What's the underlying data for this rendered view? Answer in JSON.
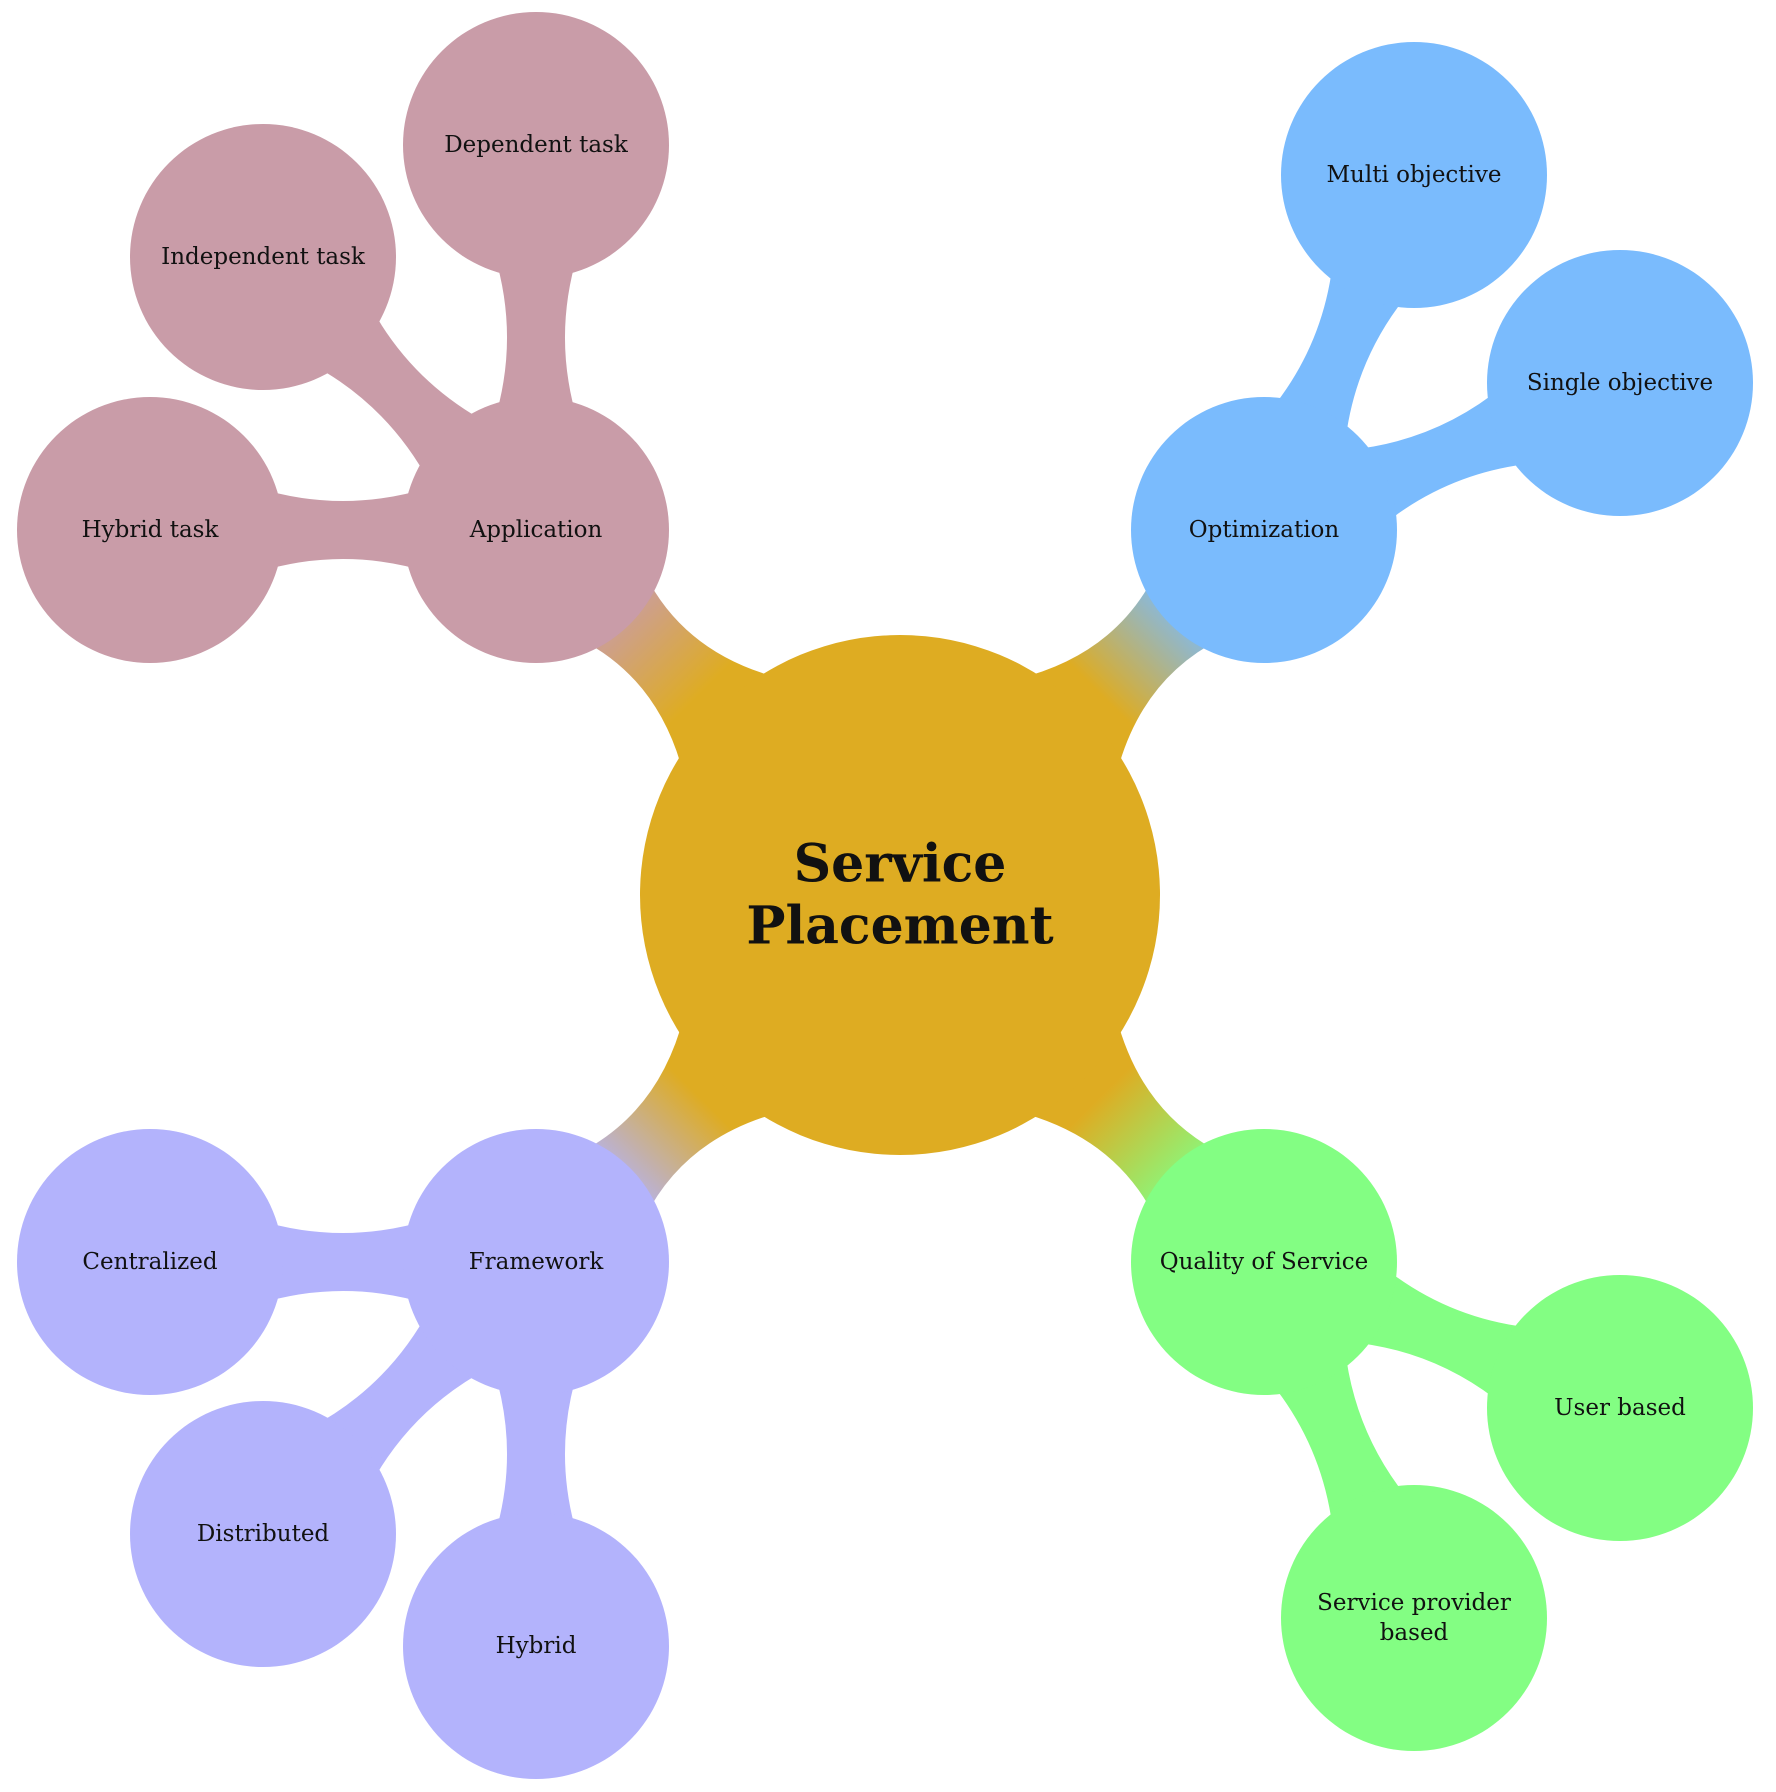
{
  "root": {
    "label_lines": [
      "Service",
      "Placement"
    ],
    "color": "#DEAC22"
  },
  "branches": [
    {
      "label": "Application",
      "color": "#C99CA8",
      "children": [
        {
          "label_lines": [
            "Dependent task"
          ]
        },
        {
          "label_lines": [
            "Independent task"
          ]
        },
        {
          "label_lines": [
            "Hybrid task"
          ]
        }
      ]
    },
    {
      "label": "Optimization",
      "color": "#7ABBFD",
      "children": [
        {
          "label_lines": [
            "Multi objective"
          ]
        },
        {
          "label_lines": [
            "Single objective"
          ]
        }
      ]
    },
    {
      "label": "Framework",
      "color": "#B3B3FC",
      "children": [
        {
          "label_lines": [
            "Centralized"
          ]
        },
        {
          "label_lines": [
            "Distributed"
          ]
        },
        {
          "label_lines": [
            "Hybrid"
          ]
        }
      ]
    },
    {
      "label": "Quality of Service",
      "color": "#83FE83",
      "children": [
        {
          "label_lines": [
            "User based"
          ]
        },
        {
          "label_lines": [
            "Service provider",
            "based"
          ]
        }
      ]
    }
  ]
}
